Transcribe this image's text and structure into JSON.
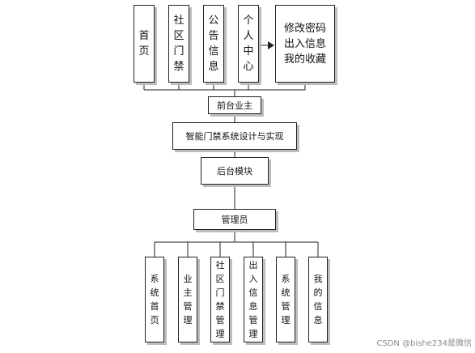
{
  "top_nodes": [
    {
      "label": "首页"
    },
    {
      "label": "社区门禁"
    },
    {
      "label": "公告信息"
    },
    {
      "label": "个人中心"
    }
  ],
  "personal_center_items": [
    "修改密码",
    "出入信息",
    "我的收藏"
  ],
  "front_label": "前台业主",
  "system_label": "智能门禁系统设计与实现",
  "backend_label": "后台模块",
  "admin_label": "管理员",
  "bottom_nodes": [
    {
      "label": "系统首页"
    },
    {
      "label": "业主管理"
    },
    {
      "label": "社区门禁管理"
    },
    {
      "label": "出入信息管理"
    },
    {
      "label": "系统管理"
    },
    {
      "label": "我的信息"
    }
  ],
  "watermark": "CSDN @bishe234是微信"
}
